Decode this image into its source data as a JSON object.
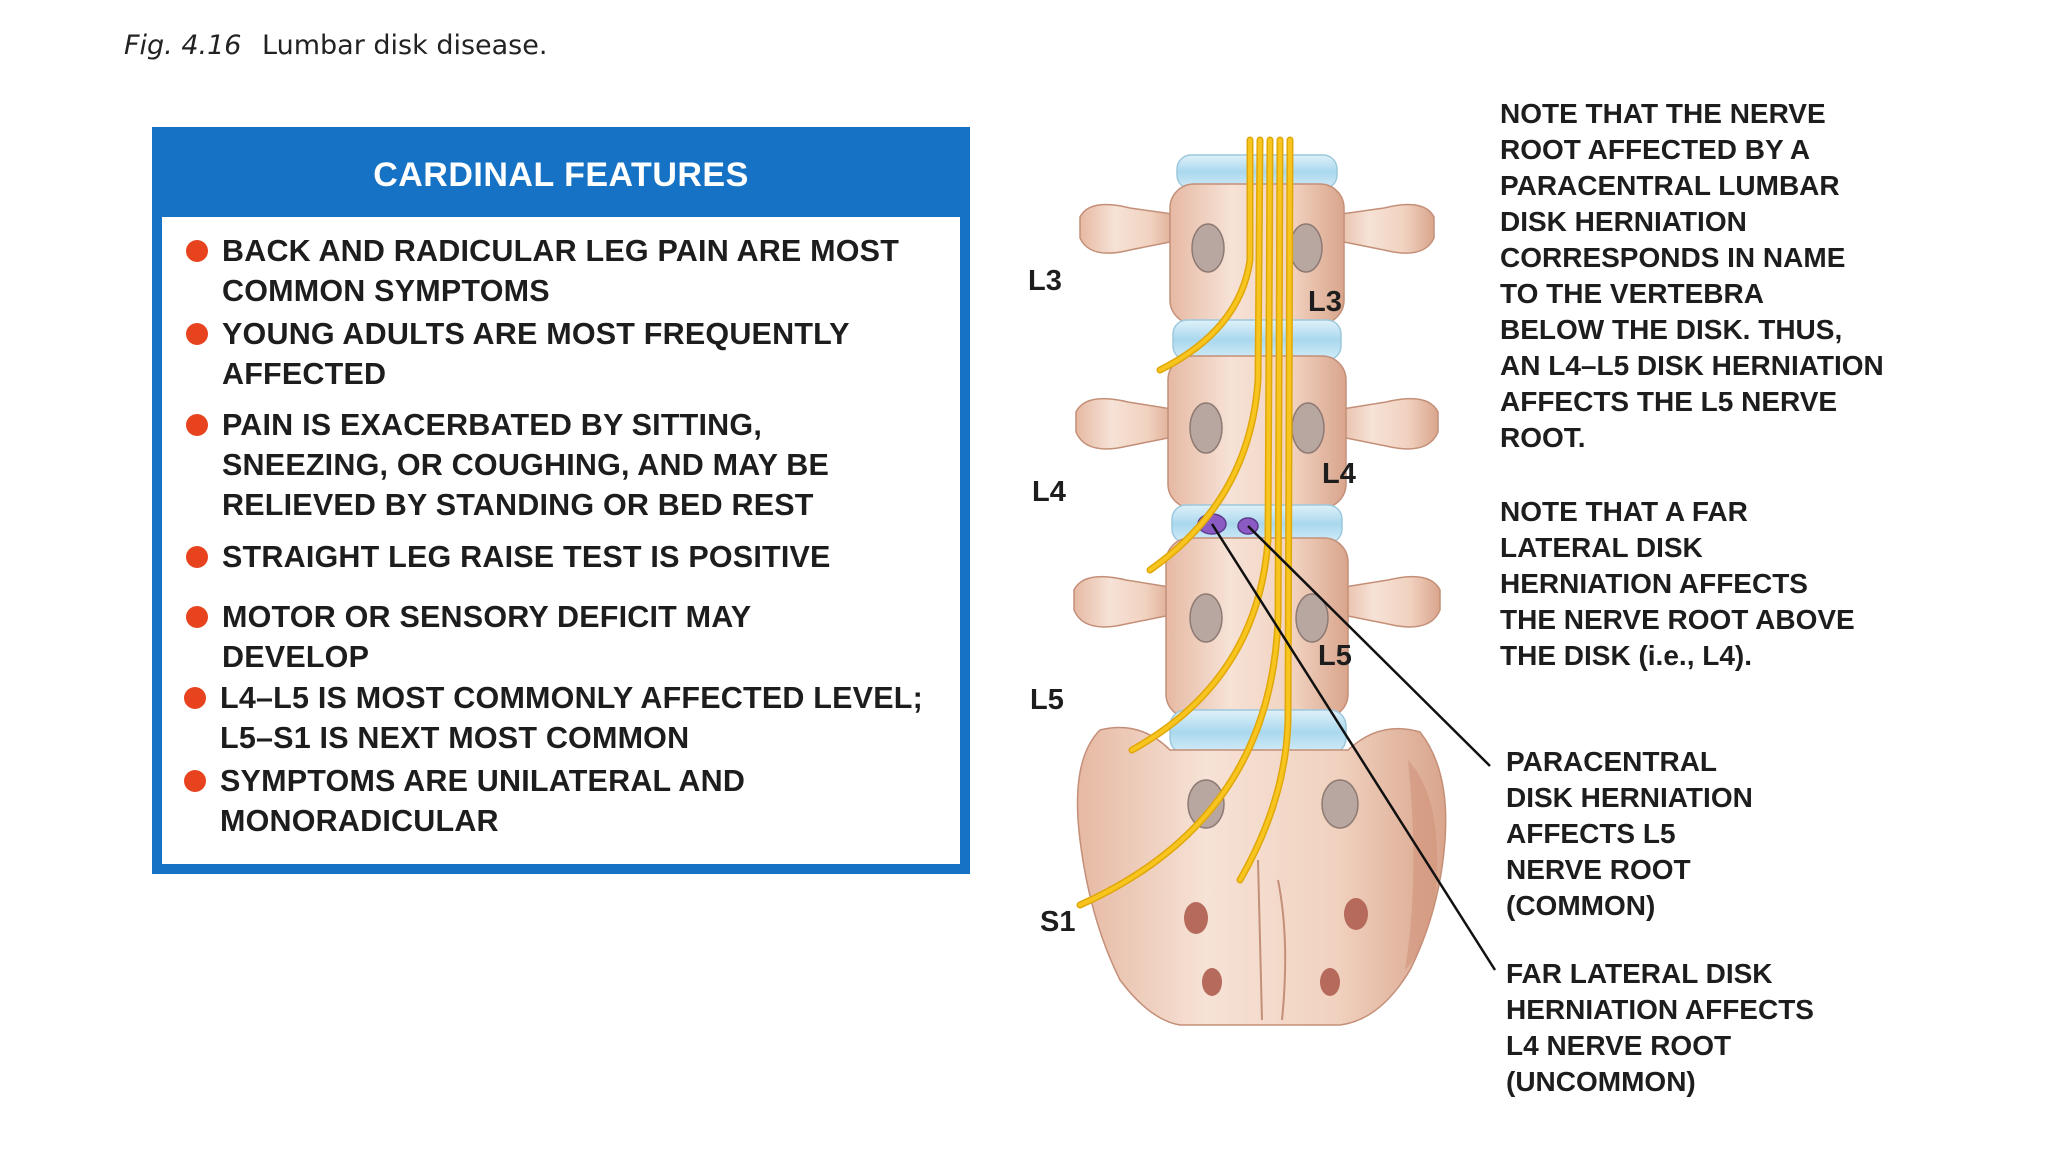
{
  "caption": {
    "fig_number": "Fig. 4.16",
    "title": "Lumbar disk disease."
  },
  "features": {
    "header": "CARDINAL FEATURES",
    "bullet_color": "#e8431f",
    "box_color": "#1672c4",
    "items": [
      "BACK AND RADICULAR LEG PAIN ARE MOST COMMON SYMPTOMS",
      "YOUNG ADULTS ARE MOST FREQUENTLY AFFECTED",
      "PAIN IS EXACERBATED BY SITTING, SNEEZING, OR COUGHING, AND MAY BE RELIEVED BY STANDING OR BED REST",
      "STRAIGHT LEG RAISE TEST IS POSITIVE",
      "MOTOR OR SENSORY DEFICIT MAY DEVELOP",
      "L4–L5 IS MOST COMMONLY AFFECTED LEVEL; L5–S1 IS NEXT MOST COMMON",
      "SYMPTOMS ARE UNILATERAL AND MONORADICULAR"
    ]
  },
  "diagram": {
    "left_labels": [
      "L3",
      "L4",
      "L5",
      "S1"
    ],
    "vertebra_labels": [
      "L3",
      "L4",
      "L5"
    ],
    "colors": {
      "bone": "#f2d6c4",
      "bone_shadow": "#d9a58c",
      "disk": "#bfe3f2",
      "nerve": "#f7c51e",
      "herniation": "#8a5bc2"
    }
  },
  "notes": {
    "paracentral_rule": [
      "NOTE THAT THE NERVE",
      "ROOT AFFECTED BY A",
      "PARACENTRAL LUMBAR",
      "DISK HERNIATION",
      "CORRESPONDS IN NAME",
      "TO THE VERTEBRA",
      "BELOW THE DISK.  THUS,",
      "AN L4–L5 DISK HERNIATION",
      "AFFECTS THE L5 NERVE",
      "ROOT."
    ],
    "far_lateral_rule": [
      "NOTE THAT A FAR",
      "LATERAL DISK",
      "HERNIATION AFFECTS",
      "THE NERVE ROOT ABOVE",
      "THE DISK (i.e., L4)."
    ],
    "paracentral_callout": [
      "PARACENTRAL",
      "DISK HERNIATION",
      "AFFECTS L5",
      "NERVE ROOT",
      "(COMMON)"
    ],
    "far_lateral_callout": [
      "FAR LATERAL DISK",
      "HERNIATION AFFECTS",
      "L4 NERVE ROOT",
      "(UNCOMMON)"
    ]
  }
}
